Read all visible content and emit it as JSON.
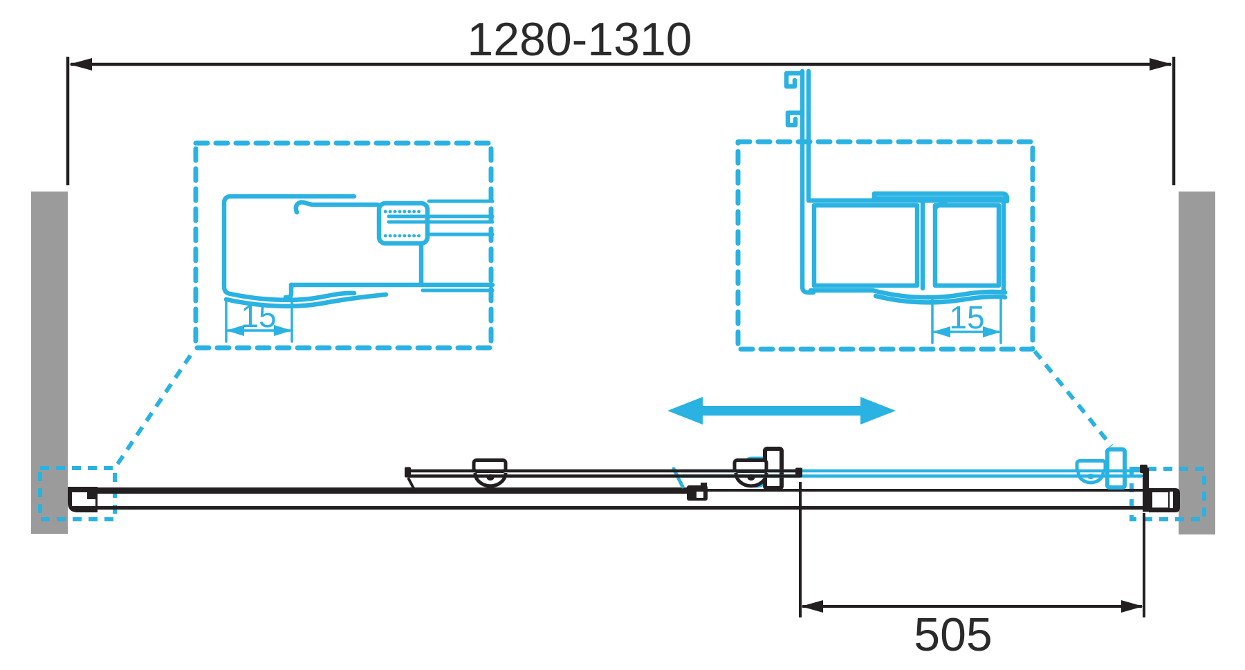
{
  "diagram": {
    "labels": {
      "overall_width": "1280-1310",
      "detail_left_inset": "15",
      "detail_right_inset": "15",
      "door_travel": "505"
    },
    "colors": {
      "line": "#231f20",
      "accent": "#29b2e2",
      "wall_fill": "#9b9b9b",
      "background": "#ffffff"
    }
  }
}
